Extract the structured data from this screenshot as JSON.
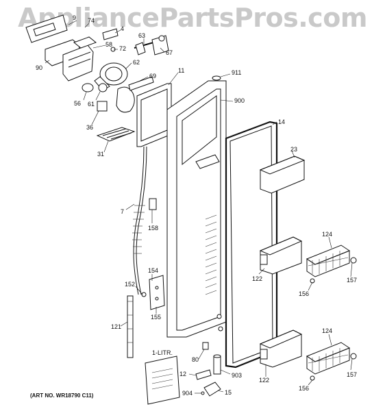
{
  "watermark": "AppliancePartsPros.com",
  "art_number": "(ART NO. WR18790 C11)",
  "callouts": [
    {
      "id": "9",
      "text": "9"
    },
    {
      "id": "74",
      "text": "74"
    },
    {
      "id": "4",
      "text": "4"
    },
    {
      "id": "58",
      "text": "58"
    },
    {
      "id": "72",
      "text": "72"
    },
    {
      "id": "63",
      "text": "63"
    },
    {
      "id": "67",
      "text": "67"
    },
    {
      "id": "90",
      "text": "90"
    },
    {
      "id": "62",
      "text": "62"
    },
    {
      "id": "69",
      "text": "69"
    },
    {
      "id": "11",
      "text": "11"
    },
    {
      "id": "911",
      "text": "911"
    },
    {
      "id": "56",
      "text": "56"
    },
    {
      "id": "61",
      "text": "61"
    },
    {
      "id": "900",
      "text": "900"
    },
    {
      "id": "36",
      "text": "36"
    },
    {
      "id": "14",
      "text": "14"
    },
    {
      "id": "31",
      "text": "31"
    },
    {
      "id": "23",
      "text": "23"
    },
    {
      "id": "7",
      "text": "7"
    },
    {
      "id": "158",
      "text": "158"
    },
    {
      "id": "124a",
      "text": "124"
    },
    {
      "id": "122a",
      "text": "122"
    },
    {
      "id": "157a",
      "text": "157"
    },
    {
      "id": "154",
      "text": "154"
    },
    {
      "id": "152",
      "text": "152"
    },
    {
      "id": "156a",
      "text": "156"
    },
    {
      "id": "155",
      "text": "155"
    },
    {
      "id": "121",
      "text": "121"
    },
    {
      "id": "124b",
      "text": "124"
    },
    {
      "id": "80",
      "text": "80"
    },
    {
      "id": "12",
      "text": "12"
    },
    {
      "id": "903",
      "text": "903"
    },
    {
      "id": "122b",
      "text": "122"
    },
    {
      "id": "157b",
      "text": "157"
    },
    {
      "id": "156b",
      "text": "156"
    },
    {
      "id": "904",
      "text": "904"
    },
    {
      "id": "15",
      "text": "15"
    }
  ],
  "manual_label": "1-LITR."
}
